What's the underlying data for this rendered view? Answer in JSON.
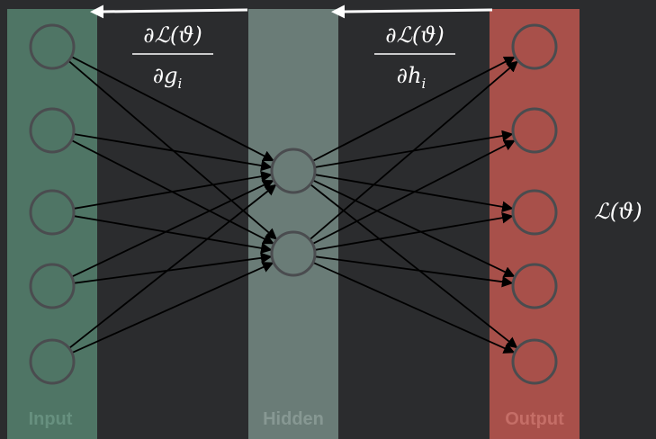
{
  "layers": [
    {
      "name": "Input",
      "label": "Input",
      "nodes": 5,
      "panel_color": "#4f7565",
      "label_color": "#67907f"
    },
    {
      "name": "Hidden",
      "label": "Hidden",
      "nodes": 2,
      "panel_color": "#6a7c77",
      "label_color": "#879893"
    },
    {
      "name": "Output",
      "label": "Output",
      "nodes": 5,
      "panel_color": "#a8504a",
      "label_color": "#c56e67"
    }
  ],
  "gradients": [
    {
      "numerator": "∂ℒ(ϑ)",
      "denominator_base": "∂g",
      "denominator_sub": "i"
    },
    {
      "numerator": "∂ℒ(ϑ)",
      "denominator_base": "∂h",
      "denominator_sub": "i"
    }
  ],
  "loss_label": "ℒ(ϑ)",
  "colors": {
    "background": "#2b2c2e",
    "node_stroke": "#4a4c4f",
    "edge": "#000000",
    "arrow": "#ffffff"
  }
}
